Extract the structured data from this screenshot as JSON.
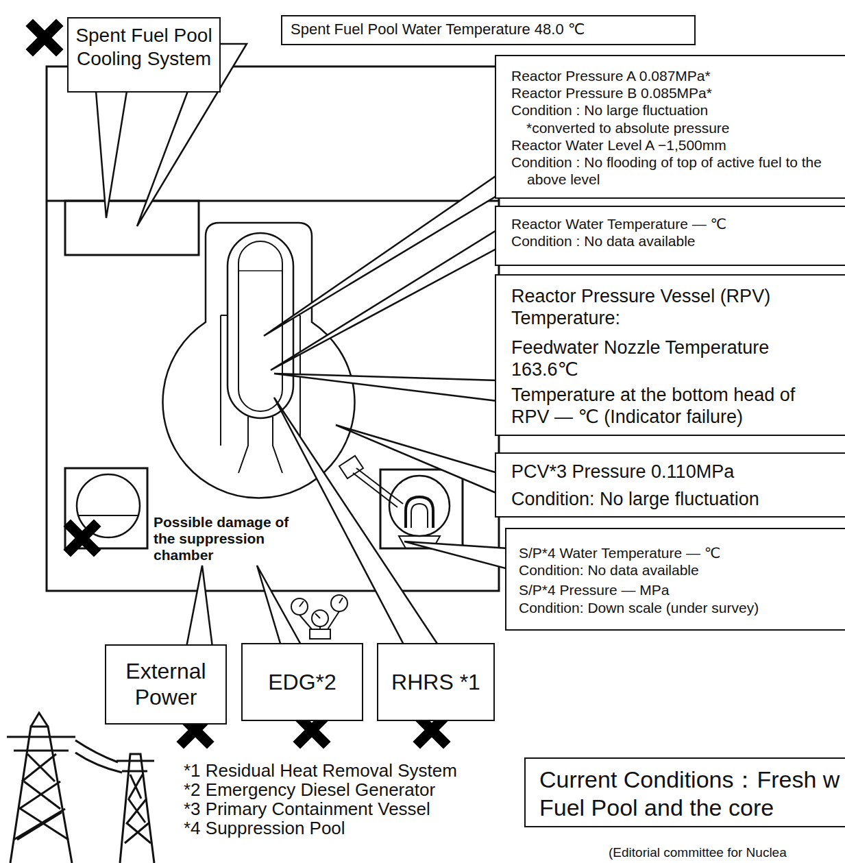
{
  "diagram": {
    "nodes": [
      {
        "text": [
          "Spent Fuel Pool Cooling System"
        ]
      },
      {
        "text": [
          "Spent Fuel Pool Water Temperature 48.0 ℃"
        ]
      },
      {
        "text": [
          "Reactor Pressure A 0.087MPa*",
          "Reactor Pressure B 0.085MPa*",
          "Condition : No large fluctuation",
          "*converted to absolute pressure",
          "Reactor Water Level A −1,500mm",
          "Condition : No flooding of top of active fuel to the above level"
        ]
      },
      {
        "text": [
          "Reactor Water Temperature — ℃",
          "Condition : No data available"
        ]
      },
      {
        "text": [
          "Reactor Pressure Vessel (RPV) Temperature:",
          "Feedwater Nozzle Temperature 163.6℃",
          "Temperature at the bottom head of RPV — ℃ (Indicator failure)"
        ]
      },
      {
        "text": [
          "PCV*3 Pressure 0.110MPa",
          "Condition: No large fluctuation"
        ]
      },
      {
        "text": [
          "S/P*4 Water Temperature — ℃",
          "Condition: No data available",
          "S/P*4 Pressure — MPa",
          "Condition: Down scale (under survey)"
        ]
      },
      {
        "text": [
          "External Power"
        ]
      },
      {
        "text": [
          "EDG*2"
        ]
      },
      {
        "text": [
          "RHRS *1"
        ]
      },
      {
        "text": [
          "Current Conditions：Fresh w Fuel Pool and the core"
        ]
      }
    ],
    "labels": [
      "Possible damage of the suppression chamber",
      "*1 Residual Heat Removal System",
      "*2 Emergency Diesel Generator",
      "*3 Primary Containment Vessel",
      "*4 Suppression Pool",
      "(Editorial committee for Nuclea"
    ]
  }
}
